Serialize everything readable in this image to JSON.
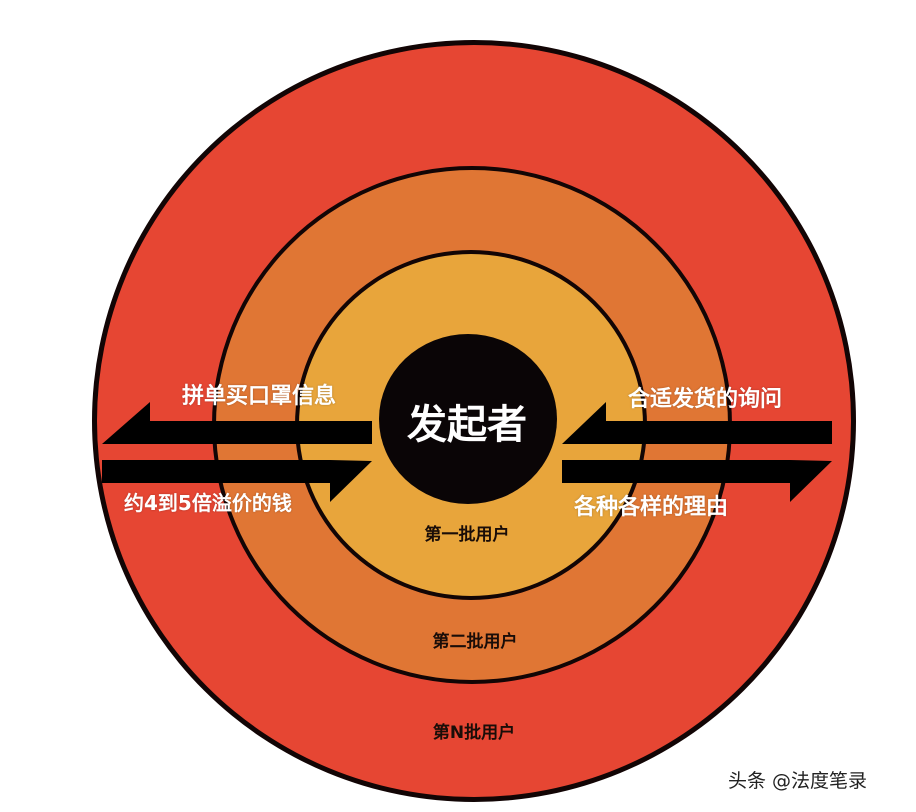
{
  "colors": {
    "outer_ring": "#E64633",
    "middle_ring": "#E07634",
    "inner_ring": "#E8A53B",
    "core": "#0a0506",
    "outline": "#120505"
  },
  "center": {
    "label": "发起者"
  },
  "rings": [
    {
      "label": "第一批用户"
    },
    {
      "label": "第二批用户"
    },
    {
      "label": "第N批用户"
    }
  ],
  "left_flow": {
    "outgoing_label": "拼单买口罩信息",
    "incoming_label": "约4到5倍溢价的钱"
  },
  "right_flow": {
    "incoming_label": "合适发货的询问",
    "outgoing_label": "各种各样的理由"
  },
  "watermark": "头条 @法度笔录"
}
